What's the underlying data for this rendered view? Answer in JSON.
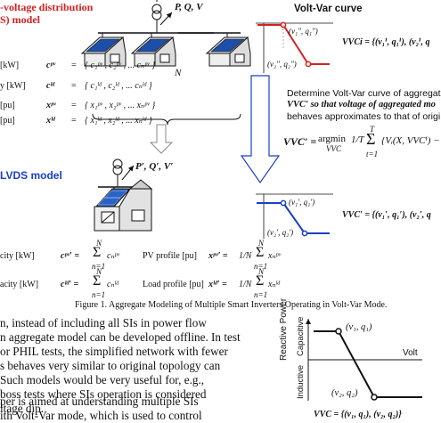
{
  "top_titles": {
    "lvds_distribution": "-voltage distribution",
    "lvds_model": "S) model",
    "pqv": "P, Q, V",
    "vv_curve": "Volt-Var curve"
  },
  "vvc_top": {
    "q1": "(v₁″, q₁″)",
    "q2": "(v₂″, q₂″)",
    "set": "VVCi = {(v₁ⁱ, q₁ⁱ), (v₂ⁱ, q"
  },
  "rows": [
    {
      "left": "[kW]",
      "sym": "cᵖᵛ",
      "eq": "=",
      "vec": "{ c₁ᵖᵛ ,   c₂ᵖᵛ ,   ...   cₙᵖᵛ }"
    },
    {
      "left": "y [kW]",
      "sym": "cˡᵈ",
      "eq": "=",
      "vec": "{ c₁ˡᵈ ,   c₂ˡᵈ ,   ...   cₙˡᵈ }"
    },
    {
      "left": "[pu]",
      "sym": "xᵖᵛ",
      "eq": "=",
      "vec": "{ x₁ᵖᵛ ,   x₂ᵖᵛ ,   ...   xₙᵖᵛ }"
    },
    {
      "left": "[pu]",
      "sym": "xˡᵈ",
      "eq": "=",
      "vec": "{ x₁ˡᵈ ,   x₂ˡᵈ ,   ...   xₙˡᵈ }"
    }
  ],
  "n_label": "N",
  "determine": {
    "line1": "Determine Volt-Var curve of aggregat",
    "line2": "VVC′ so that voltage of aggregated mo",
    "line3": "behaves approximates to that of origi"
  },
  "argmin": {
    "lhs": "VVC′ =",
    "op": "argmin",
    "sub": "VVC",
    "frac": "1/T",
    "sum": "Σ",
    "sum_top": "T",
    "sum_bot": "t=1",
    "body": "{Vᵢ(X, VVCⁱ) −"
  },
  "lvds_label": "LVDS model",
  "pqv_prime": "P′, Q′, V′",
  "vvc_bottom": {
    "q1": "(v₁′, q₁′)",
    "q2": "(v₂′, q₂′)",
    "set": "VVC′ = {(v₁′, q₁′), (v₂′, q"
  },
  "formulas": [
    {
      "left": "city [kW]",
      "lhs": "cᵖᵛ′ =",
      "sum": "Σ",
      "top": "N",
      "bot": "n=1",
      "term": "cₙᵖᵛ"
    },
    {
      "left": "PV profile [pu]",
      "lhs": "xᵖᵛ′ =",
      "frac": "1/N",
      "sum": "Σ",
      "top": "N",
      "bot": "n=1",
      "term": "xₙᵖᵛ"
    },
    {
      "left": "acity [kW]",
      "lhs": "cˡᵈ′ =",
      "sum": "Σ",
      "top": "N",
      "bot": "n=1",
      "term": "cₙˡᵈ"
    },
    {
      "left": "Load profile [pu]",
      "lhs": "xˡᵈ′ =",
      "frac": "1/N",
      "sum": "Σ",
      "top": "N",
      "bot": "n=1",
      "term": "xₙˡᵈ"
    }
  ],
  "caption": "Figure 1. Aggregate Modeling of Multiple Smart Inverters Operating in Volt-Var Mode.",
  "paragraph1": [
    "n, instead of including all SIs in power flow",
    "n aggregate model can be developed offline. In test",
    "or PHIL tests, the simplified network with fewer",
    "s behaves very similar to original topology can",
    " Such models would be very useful for, e.g.,",
    "boss tests where SIs operation is considered",
    "ltage dip."
  ],
  "paragraph2": [
    "per is aimed at understanding multiple SIs",
    "ith Volt-Var mode, which is used to control"
  ],
  "vv_chart": {
    "ylabel": "Reactive Power",
    "capacitive": "Capacitive",
    "inductive": "Inductive",
    "xlabel": "Volt",
    "p1": "(v₁, q₁)",
    "p2": "(v₂, q₂)",
    "set": "VVC = {(v₁, q₁), (v₂, q₂)}"
  }
}
